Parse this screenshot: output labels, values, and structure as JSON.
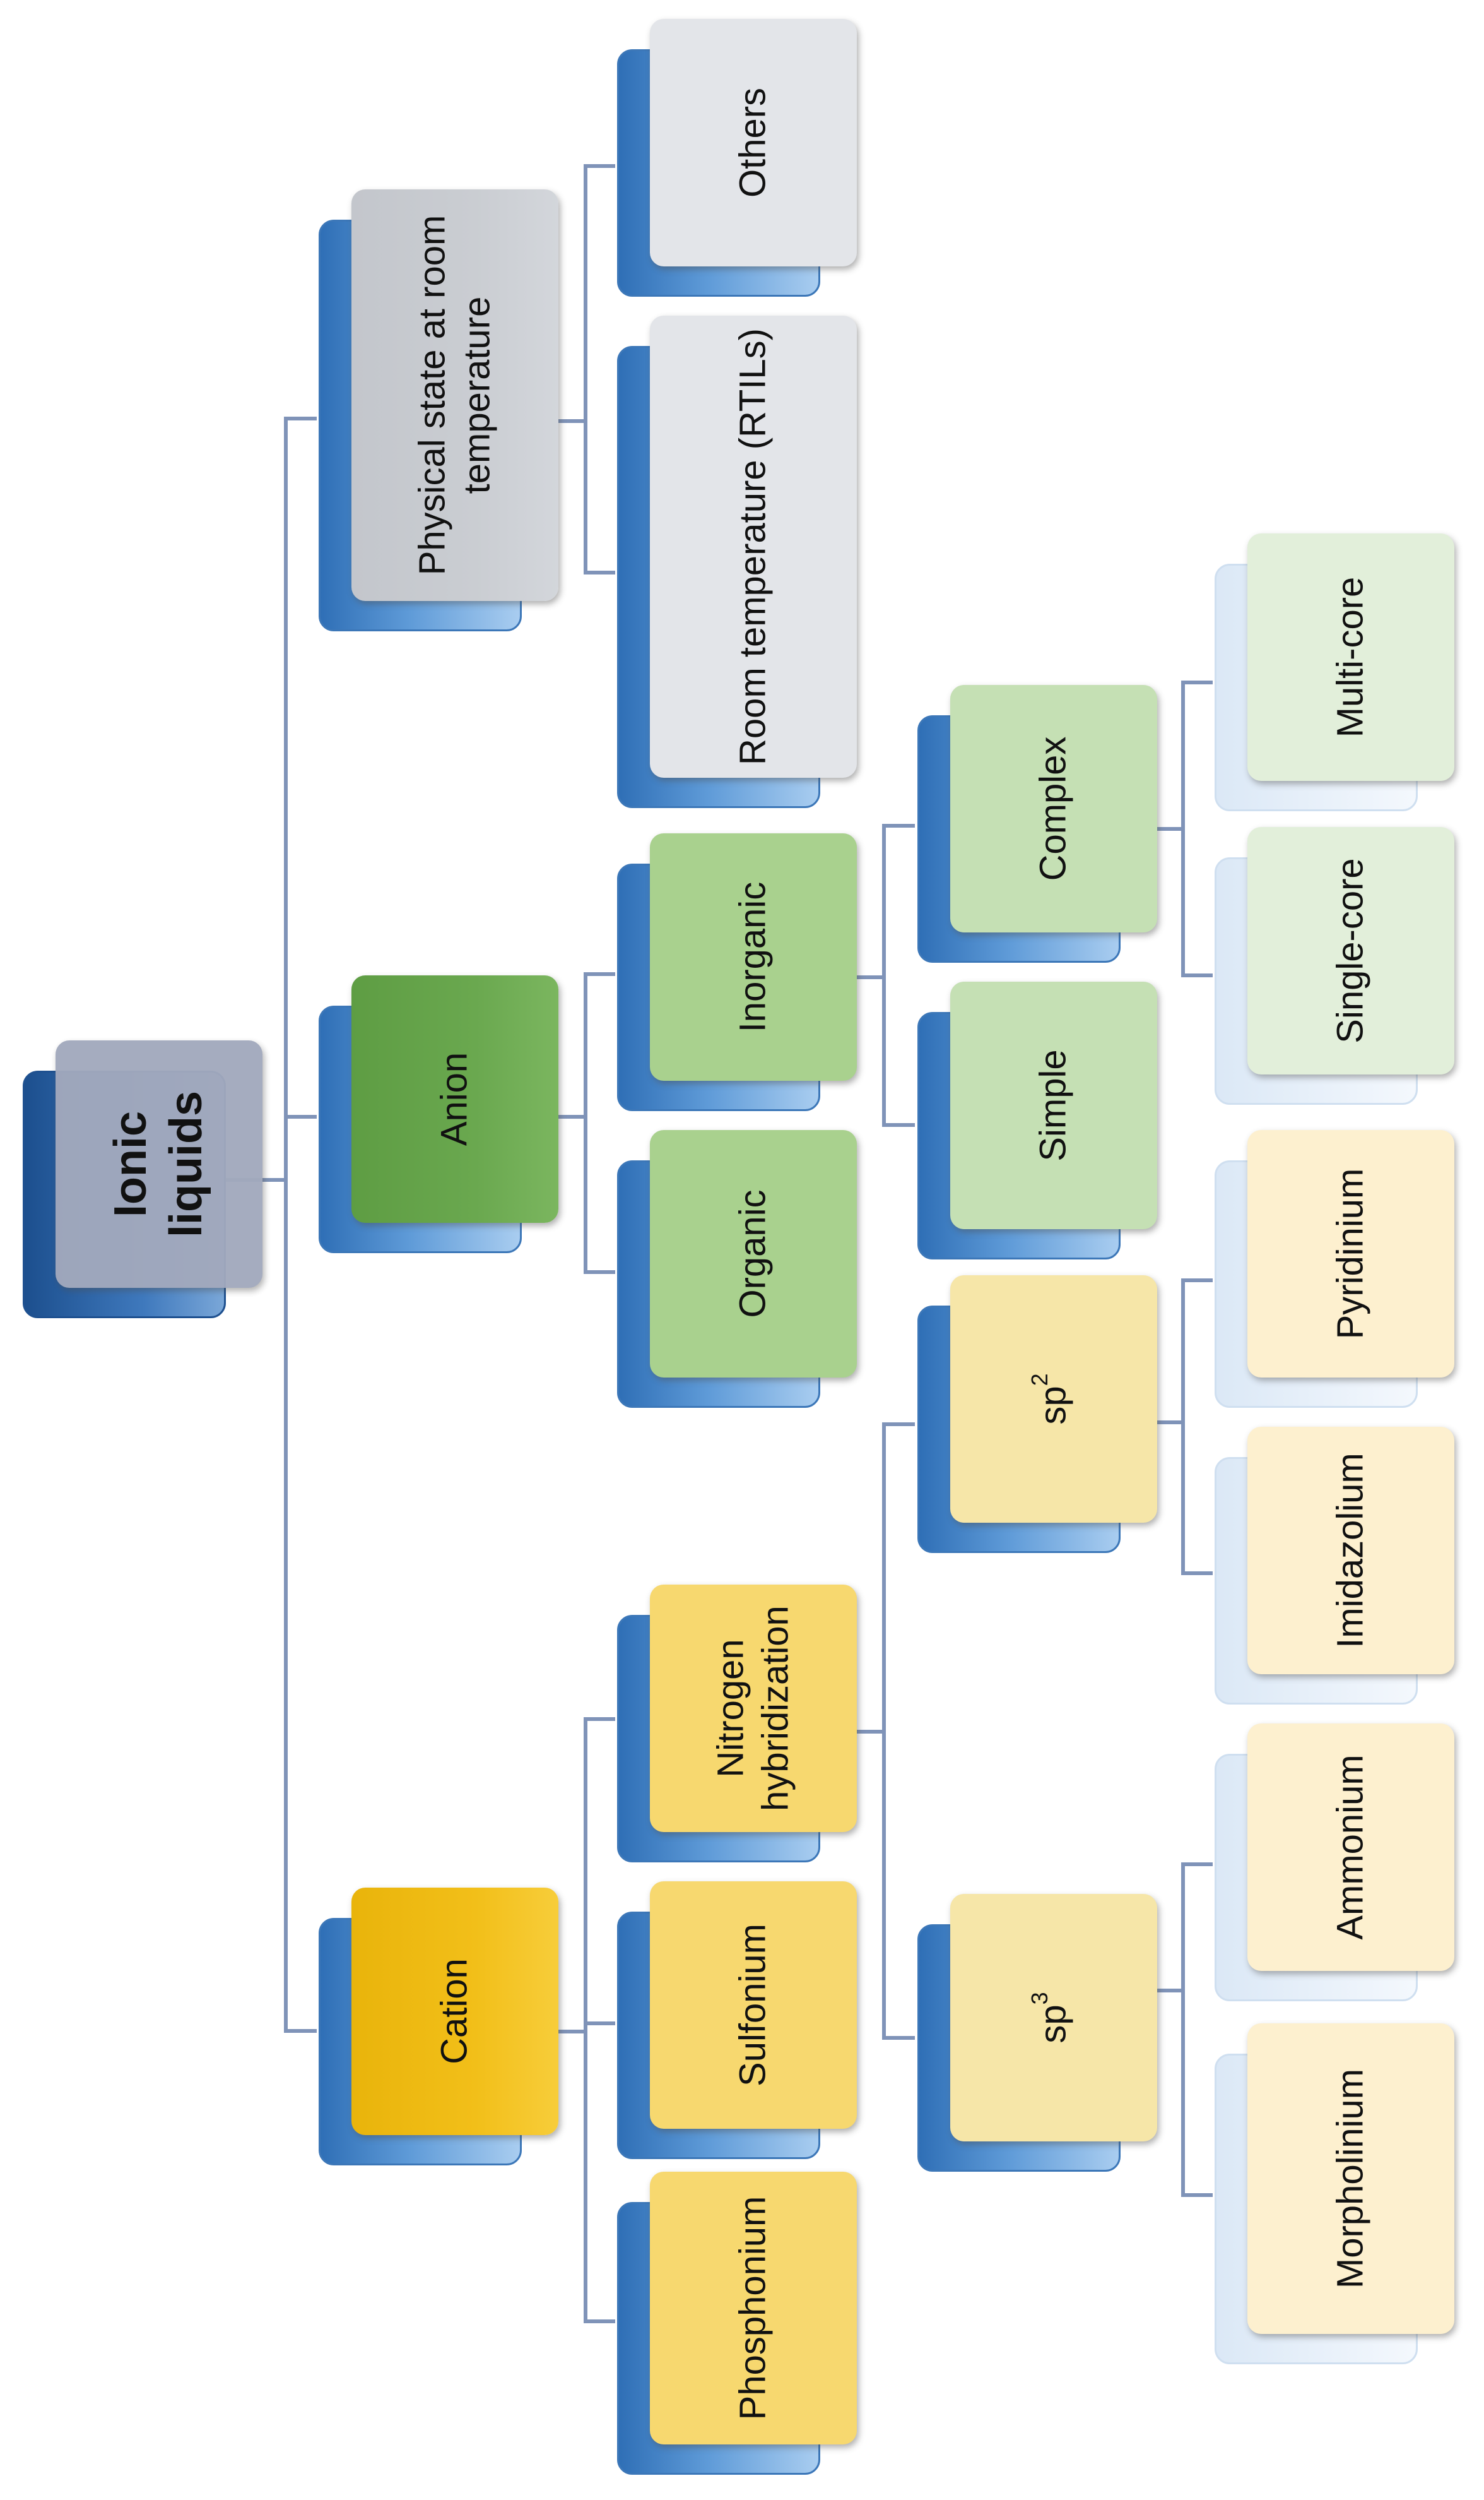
{
  "diagram": {
    "root": {
      "line1": "Ionic",
      "line2": "liquids"
    },
    "level1": {
      "cation": "Cation",
      "anion": "Anion",
      "physical": {
        "line1": "Physical state at room",
        "line2": "temperature"
      }
    },
    "cation_children": {
      "phosphonium": "Phosphonium",
      "sulfonium": "Sulfonium",
      "nitrogen": {
        "line1": "Nitrogen",
        "line2": "hybridization"
      }
    },
    "anion_children": {
      "organic": "Organic",
      "inorganic": "Inorganic"
    },
    "physical_children": {
      "rtils": "Room temperature (RTILs)",
      "others": "Others"
    },
    "nitrogen_children": {
      "sp3": {
        "base": "sp",
        "sup": "3"
      },
      "sp2": {
        "base": "sp",
        "sup": "2"
      }
    },
    "inorganic_children": {
      "simple": "Simple",
      "complex": "Complex"
    },
    "sp3_children": {
      "morpholinium": "Morpholinium",
      "ammonium": "Ammonium"
    },
    "sp2_children": {
      "imidazolium": "Imidazolium",
      "pyridinium": "Pyridinium"
    },
    "complex_children": {
      "single_core": "Single-core",
      "multi_core": "Multi-core"
    }
  },
  "colors": {
    "root": "#a2a9bd",
    "cation": "#f2bf19",
    "anion": "#6aa84f",
    "physical": "#cacdd2",
    "cation_child": "#f7d86f",
    "anion_child": "#a9d18e",
    "physical_child": "#e3e5e9",
    "sp": "#f6e6a8",
    "inorganic_child": "#c5e0b4",
    "leaf_yellow": "#fdf0cf",
    "leaf_green": "#e2efda",
    "connector": "#7f93b8"
  }
}
